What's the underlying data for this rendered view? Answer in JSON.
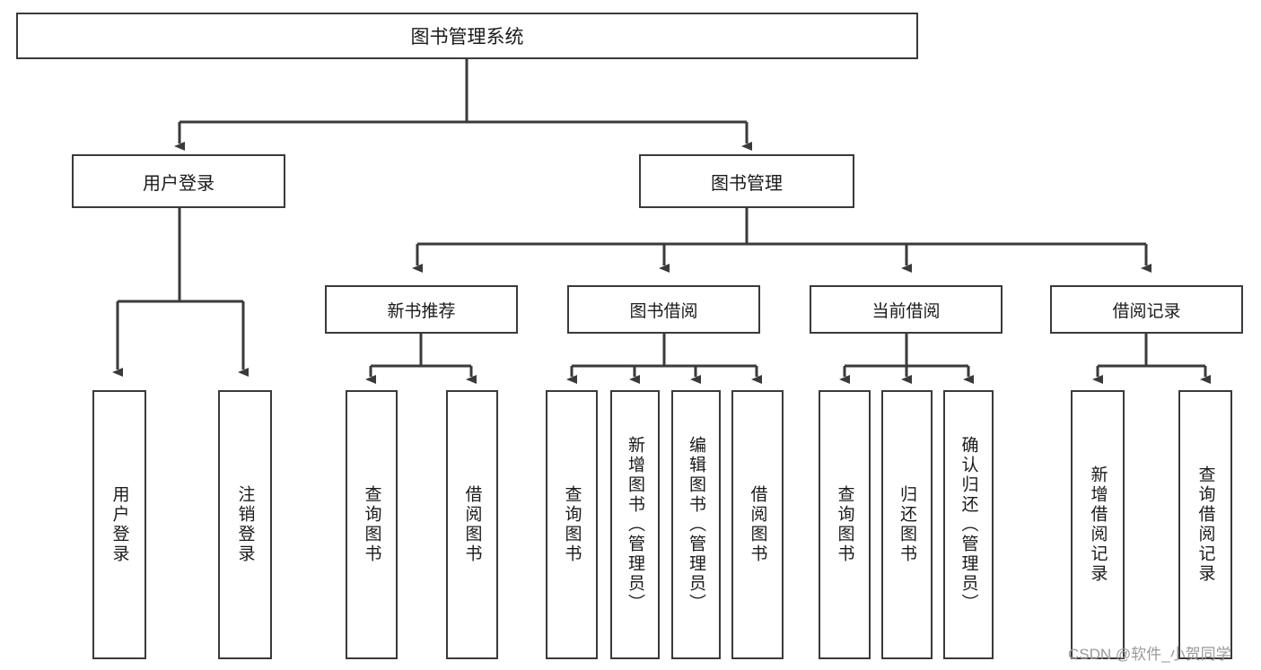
{
  "diagram": {
    "type": "tree",
    "title": "图书管理系统",
    "watermark": "CSDN @软件_小贺同学",
    "nodes": {
      "root": {
        "label": "图书管理系统"
      },
      "lvl2": [
        {
          "label": "用户登录"
        },
        {
          "label": "图书管理"
        }
      ],
      "lvl3": [
        {
          "label": "新书推荐"
        },
        {
          "label": "图书借阅"
        },
        {
          "label": "当前借阅"
        },
        {
          "label": "借阅记录"
        }
      ],
      "leaves": {
        "user_login": [
          {
            "label": "用户登录"
          },
          {
            "label": "注销登录"
          }
        ],
        "new_book_rec": [
          {
            "label": "查询图书"
          },
          {
            "label": "借阅图书"
          }
        ],
        "book_borrow": [
          {
            "label": "查询图书"
          },
          {
            "label": "新增图书（管理员）"
          },
          {
            "label": "编辑图书（管理员）"
          },
          {
            "label": "借阅图书"
          }
        ],
        "current_borrow": [
          {
            "label": "查询图书"
          },
          {
            "label": "归还图书"
          },
          {
            "label": "确认归还（管理员）"
          }
        ],
        "borrow_record": [
          {
            "label": "新增借阅记录"
          },
          {
            "label": "查询借阅记录"
          }
        ]
      }
    },
    "colors": {
      "stroke": "#3a3a3a",
      "fill": "#ffffff",
      "text": "#1a1a1a",
      "watermark": "#9a9a9a"
    }
  }
}
